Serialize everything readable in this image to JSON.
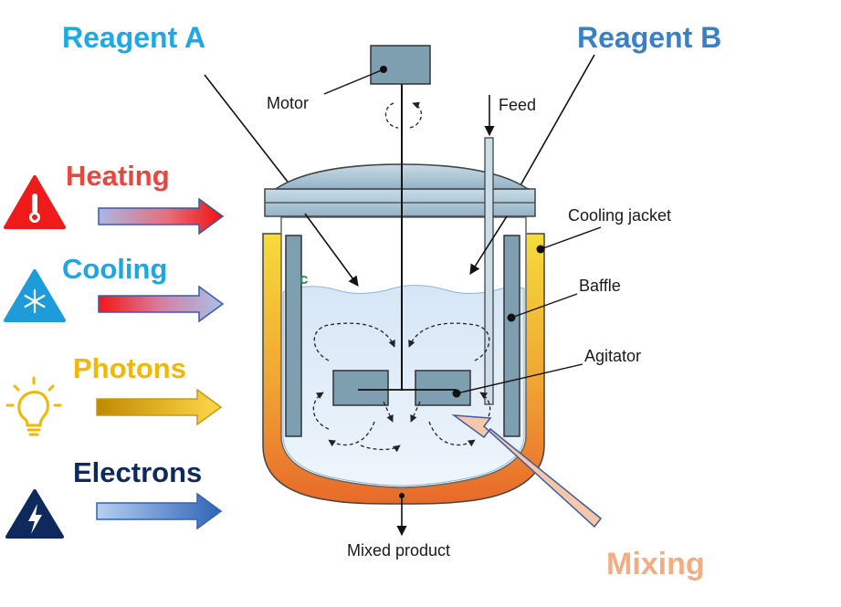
{
  "labels": {
    "reagent_a": "Reagent A",
    "reagent_b": "Reagent B",
    "heating": "Heating",
    "cooling": "Cooling",
    "photons": "Photons",
    "electrons": "Electrons",
    "mixing": "Mixing",
    "motor": "Motor",
    "feed": "Feed",
    "cooling_jacket": "Cooling jacket",
    "baffle": "Baffle",
    "agitator": "Agitator",
    "mixed_product": "Mixed product",
    "stray_c": "c"
  },
  "icons": {
    "heating": "thermometer-warning-icon",
    "cooling": "snowflake-warning-icon",
    "photons": "light-bulb-icon",
    "electrons": "lightning-warning-icon"
  },
  "colors": {
    "reagent_a": "#1fa8e6",
    "reagent_b": "#3b7fc4",
    "heating": "#e8473f",
    "cooling": "#1ea6e3",
    "photons": "#f2b700",
    "electrons": "#0e2a5c",
    "mixing": "#f1ae85"
  }
}
